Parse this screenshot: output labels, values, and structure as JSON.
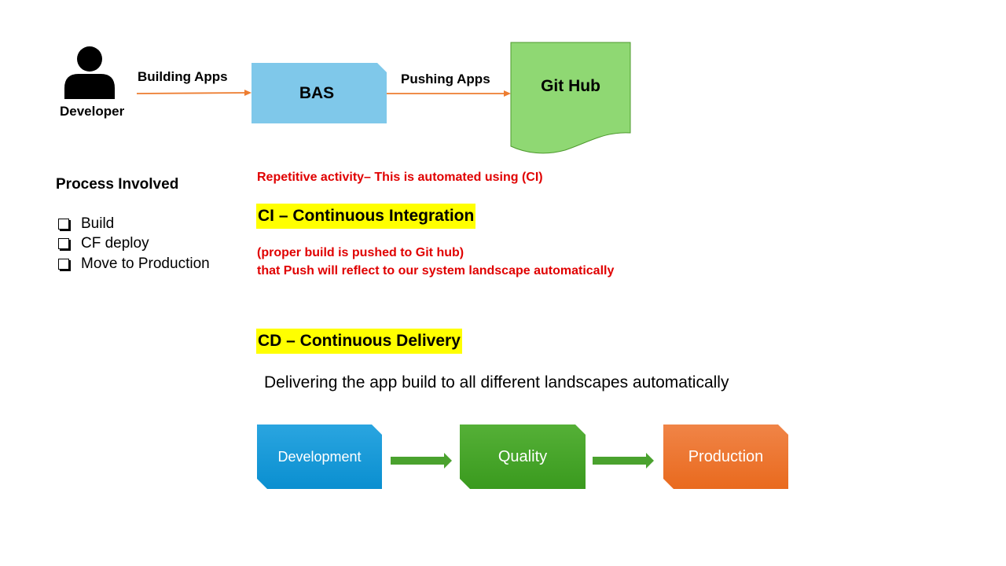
{
  "top_flow": {
    "developer_label": "Developer",
    "arrow1_label": "Building Apps",
    "bas_label": "BAS",
    "arrow2_label": "Pushing Apps",
    "github_label": "Git Hub"
  },
  "process": {
    "title": "Process Involved",
    "items": [
      "Build",
      "CF deploy",
      "Move to Production"
    ]
  },
  "ci": {
    "note": "Repetitive activity– This is automated using (CI)",
    "heading": "CI – Continuous Integration",
    "line1": "(proper build is pushed to Git hub)",
    "line2": "that Push will reflect to our system landscape automatically"
  },
  "cd": {
    "heading": "CD – Continuous Delivery",
    "description": "Delivering the app build to all different landscapes automatically",
    "stages": [
      "Development",
      "Quality",
      "Production"
    ]
  },
  "colors": {
    "arrow_orange": "#ed7d31",
    "bas_blue": "#7fc8ea",
    "github_green": "#8fd873",
    "stage_arrow_green": "#4aa22e",
    "highlight_yellow": "#ffff00",
    "note_red": "#e00000"
  }
}
